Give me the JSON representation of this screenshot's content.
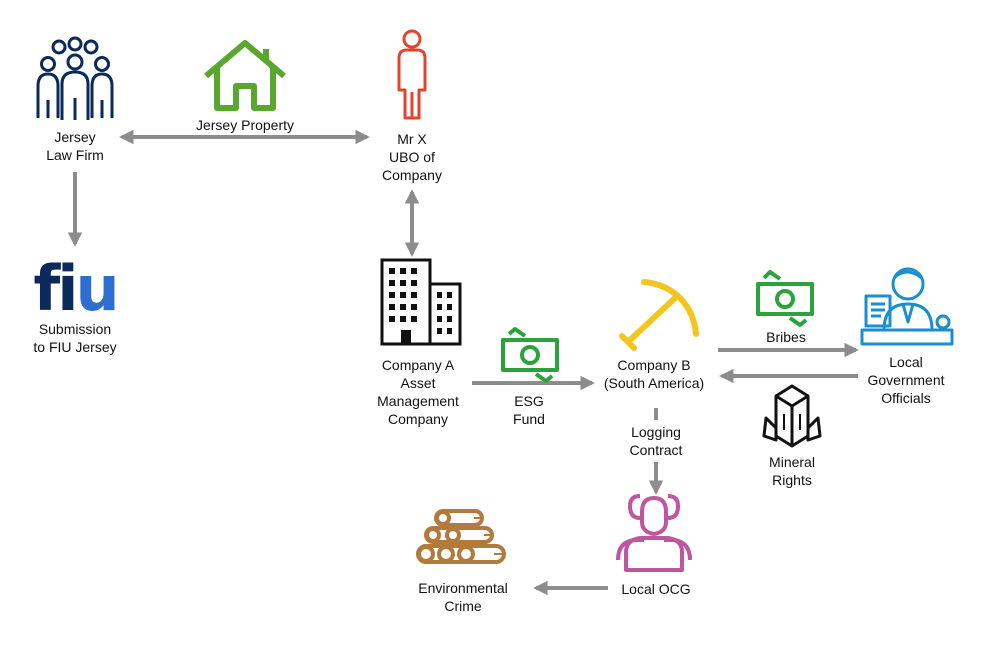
{
  "colors": {
    "arrow": "#8c8c8c",
    "navy": "#0b2a5b",
    "green": "#5aa72d",
    "red": "#e3442e",
    "black": "#111111",
    "money_green": "#2aa33b",
    "gold": "#f2c61f",
    "blue": "#1a8fd0",
    "purple": "#c0569f",
    "brown": "#b47a3c",
    "fiu_blue": "#2c6fd1"
  },
  "nodes": {
    "law_firm": {
      "label": "Jersey\nLaw Firm",
      "icon": "people-group-icon"
    },
    "property": {
      "label": "Jersey Property",
      "icon": "house-icon"
    },
    "mr_x": {
      "label": "Mr X\nUBO of\nCompany",
      "icon": "person-icon"
    },
    "fiu": {
      "logo_text": "fiu",
      "label": "Submission\nto FIU Jersey",
      "icon": "fiu-logo"
    },
    "company_a": {
      "label": "Company A\nAsset\nManagement\nCompany",
      "icon": "office-building-icon"
    },
    "esg_fund": {
      "label": "ESG\nFund",
      "icon": "money-icon"
    },
    "company_b": {
      "label": "Company B\n(South America)",
      "icon": "pickaxe-icon"
    },
    "bribes": {
      "label": "Bribes",
      "icon": "money-icon"
    },
    "officials": {
      "label": "Local\nGovernment\nOfficials",
      "icon": "official-icon"
    },
    "mineral_rights": {
      "label": "Mineral\nRights",
      "icon": "crystal-icon"
    },
    "logging": {
      "label": "Logging\nContract"
    },
    "ocg": {
      "label": "Local OCG",
      "icon": "group-icon"
    },
    "env_crime": {
      "label": "Environmental\nCrime",
      "icon": "logs-icon"
    }
  }
}
